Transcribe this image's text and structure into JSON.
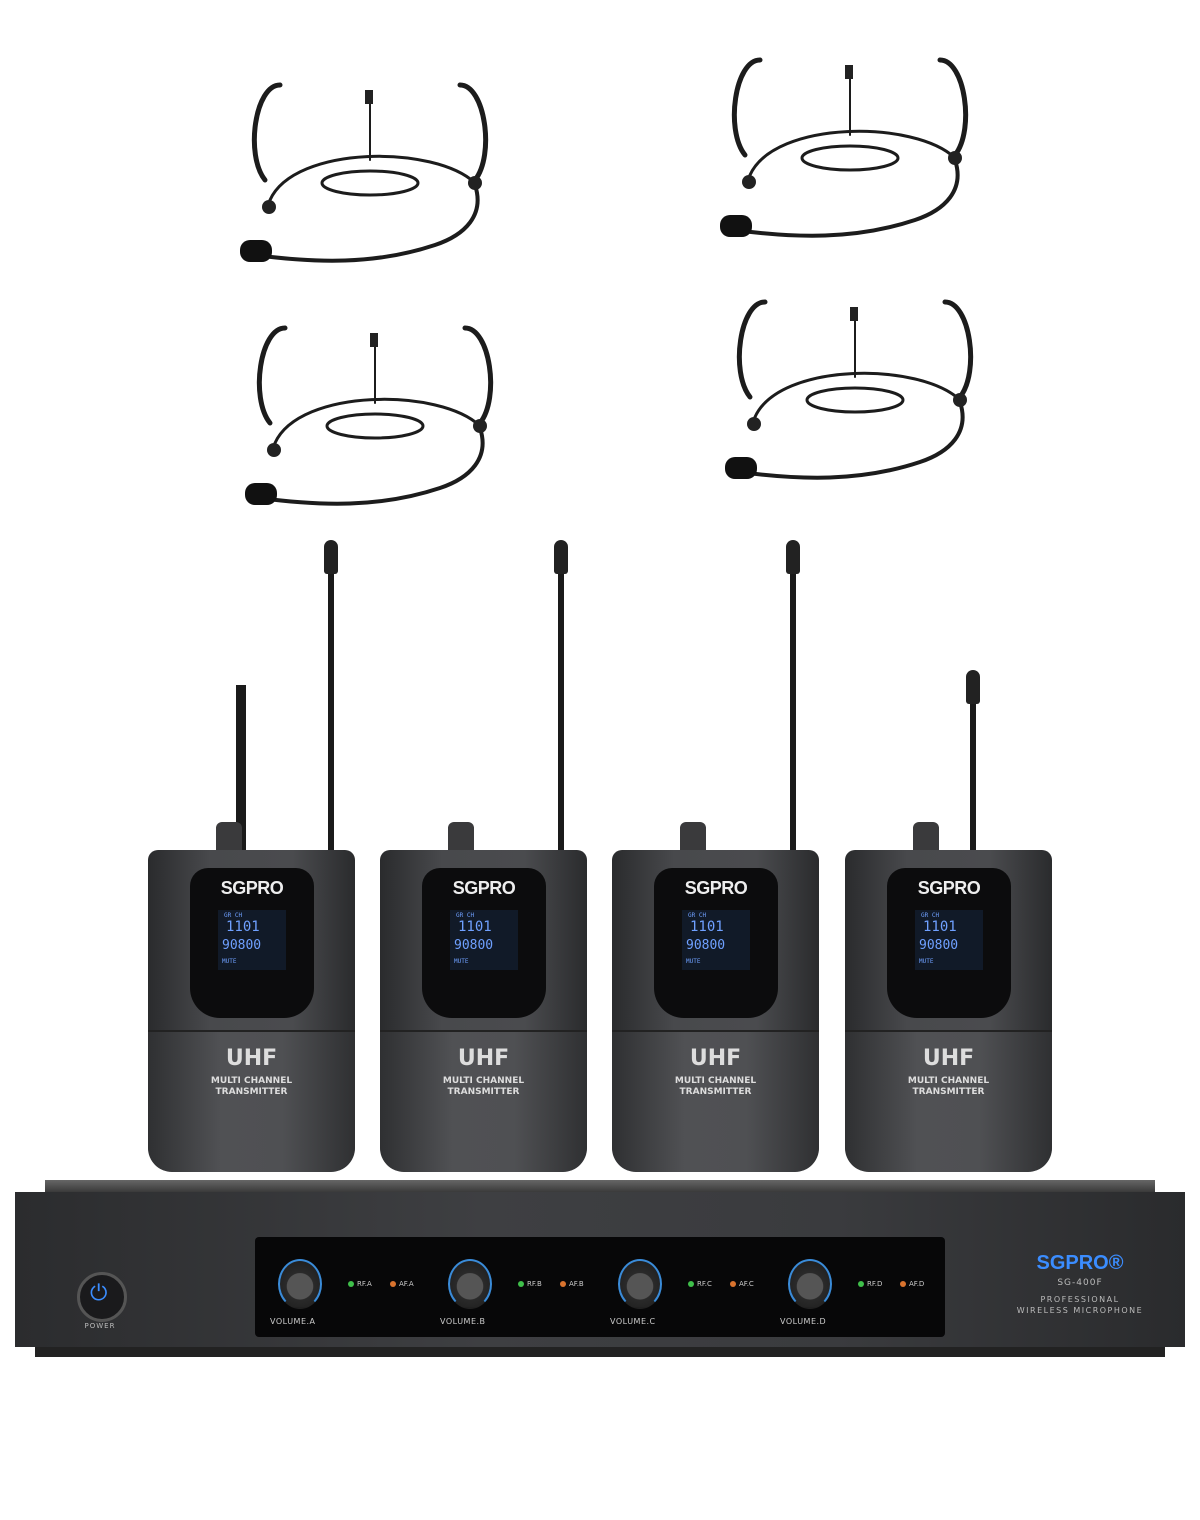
{
  "headset_count": 4,
  "transmitters": [
    {
      "brand": "SGPRO",
      "lcd_labels": "GR  CH",
      "channel": "1101",
      "frequency": "90800",
      "lcd_mode": "MUTE",
      "band": "UHF",
      "line1": "MULTI CHANNEL",
      "line2": "TRANSMITTER"
    },
    {
      "brand": "SGPRO",
      "lcd_labels": "GR  CH",
      "channel": "1101",
      "frequency": "90800",
      "lcd_mode": "MUTE",
      "band": "UHF",
      "line1": "MULTI CHANNEL",
      "line2": "TRANSMITTER"
    },
    {
      "brand": "SGPRO",
      "lcd_labels": "GR  CH",
      "channel": "1101",
      "frequency": "90800",
      "lcd_mode": "MUTE",
      "band": "UHF",
      "line1": "MULTI CHANNEL",
      "line2": "TRANSMITTER"
    },
    {
      "brand": "SGPRO",
      "lcd_labels": "GR  CH",
      "channel": "1101",
      "frequency": "90800",
      "lcd_mode": "MUTE",
      "band": "UHF",
      "line1": "MULTI CHANNEL",
      "line2": "TRANSMITTER"
    }
  ],
  "receiver": {
    "power_label": "POWER",
    "brand": "SGPRO®",
    "model": "SG-400F",
    "desc1": "PROFESSIONAL",
    "desc2": "WIRELESS MICROPHONE",
    "channels": [
      {
        "volume": "VOLUME.A",
        "rf": "RF.A",
        "af": "AF.A"
      },
      {
        "volume": "VOLUME.B",
        "rf": "RF.B",
        "af": "AF.B"
      },
      {
        "volume": "VOLUME.C",
        "rf": "RF.C",
        "af": "AF.C"
      },
      {
        "volume": "VOLUME.D",
        "rf": "RF.D",
        "af": "AF.D"
      }
    ]
  },
  "colors": {
    "accent_blue": "#3b8dff",
    "rf_led": "#3fbf4a",
    "af_led": "#d9732e"
  }
}
